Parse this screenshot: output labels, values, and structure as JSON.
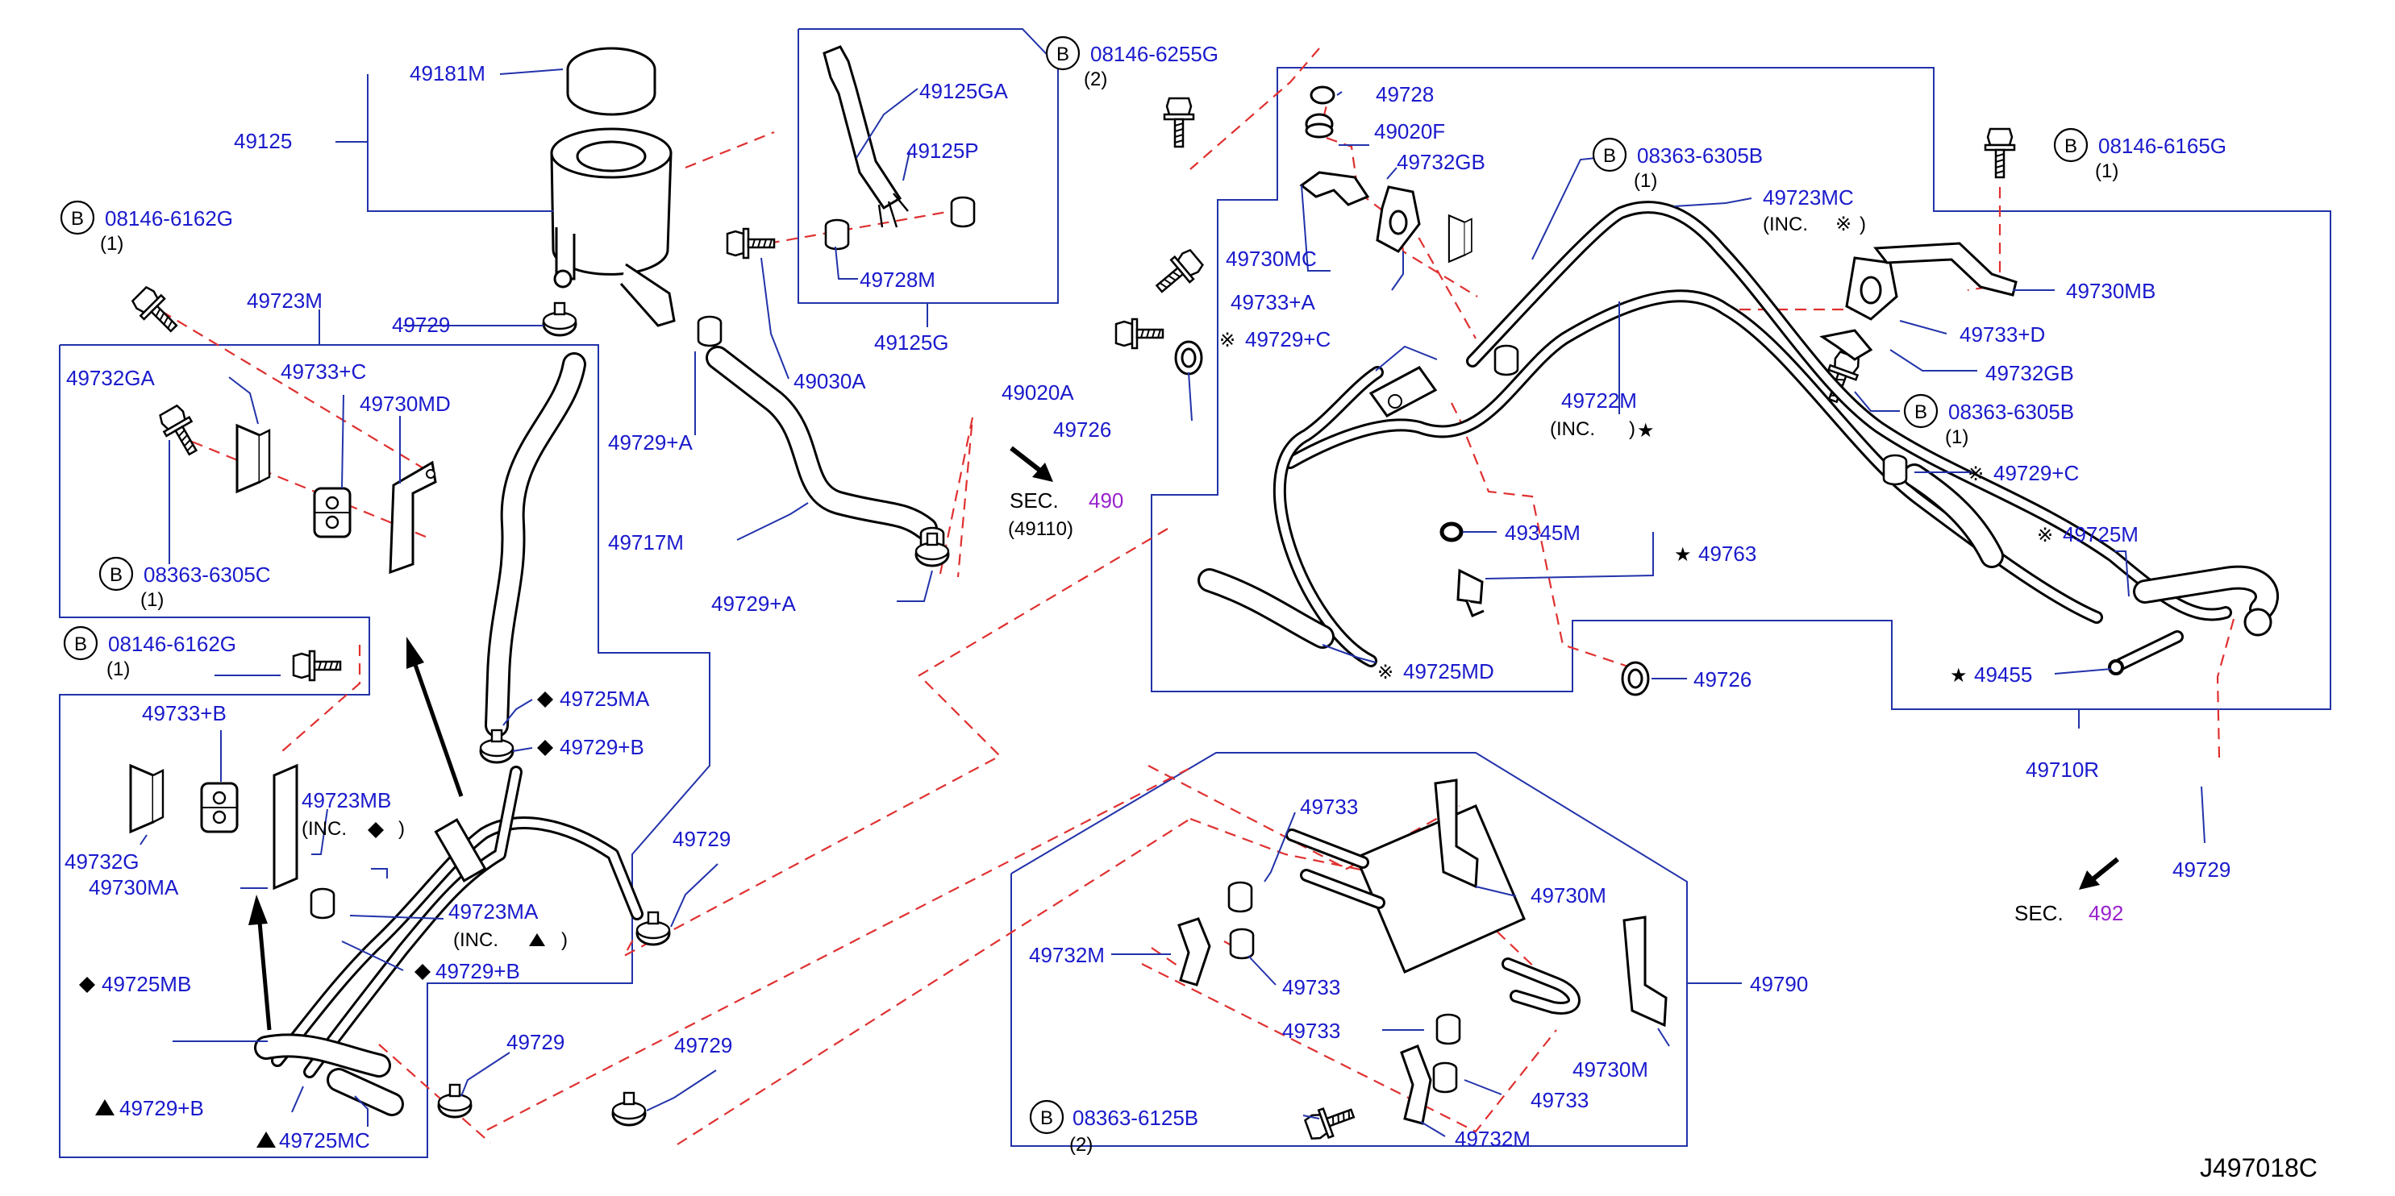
{
  "diagram": {
    "code": "J497018C",
    "bolt_marker": "B",
    "labels": {
      "p49181M": "49181M",
      "p49125": "49125",
      "p08146_6162G_a": "08146-6162G",
      "q1_a": "(1)",
      "p49723M": "49723M",
      "p49729_a": "49729",
      "p49732GA": "49732GA",
      "p49733C": "49733+C",
      "p49730MD": "49730MD",
      "p08363_6305C": "08363-6305C",
      "q1_b": "(1)",
      "p08146_6162G_b": "08146-6162G",
      "q1_c": "(1)",
      "p49733B": "49733+B",
      "p49723MB": "49723MB",
      "inc_mb": "(INC.",
      "inc_mb_close": ")",
      "p49732G": "49732G",
      "p49730MA": "49730MA",
      "p49725MB": "49725MB",
      "p49729B_a": "49729+B",
      "p49725MC": "49725MC",
      "p49725MA": "49725MA",
      "p49729B_b": "49729+B",
      "p49723MA": "49723MA",
      "inc_ma": "(INC.",
      "inc_ma_close": ")",
      "p49729B_c": "49729+B",
      "p49729_b": "49729",
      "p49729_c": "49729",
      "p49729_d": "49729",
      "p49717M": "49717M",
      "p49729A_a": "49729+A",
      "p49729A_b": "49729+A",
      "p49030A": "49030A",
      "p49125GA": "49125GA",
      "p49125P": "49125P",
      "p49728M": "49728M",
      "p49125G": "49125G",
      "p08146_6255G": "08146-6255G",
      "q2_a": "(2)",
      "p49020A": "49020A",
      "p49726_a": "49726",
      "sec_label": "SEC.",
      "sec490": "490",
      "sec490_sub": "(49110)",
      "p49728": "49728",
      "p49020F": "49020F",
      "p49732GB_a": "49732GB",
      "p49730MC": "49730MC",
      "p49733A": "49733+A",
      "p49729C_a": "49729+C",
      "p08363_6305B_a": "08363-6305B",
      "q1_d": "(1)",
      "p49723MC": "49723MC",
      "inc_mc": "(INC.",
      "inc_mc_close": ")",
      "p08146_6165G": "08146-6165G",
      "q1_e": "(1)",
      "p49730MB": "49730MB",
      "p49733D": "49733+D",
      "p49732GB_b": "49732GB",
      "p08363_6305B_b": "08363-6305B",
      "q1_f": "(1)",
      "p49722M": "49722M",
      "inc_22m": "(INC.",
      "inc_22m_close": ")",
      "p49729C_b": "49729+C",
      "p49345M": "49345M",
      "p49763": "49763",
      "p49725M": "49725M",
      "p49725MD": "49725MD",
      "p49726_b": "49726",
      "p49455": "49455",
      "p49710R": "49710R",
      "p49729_e": "49729",
      "sec_label_b": "SEC.",
      "sec492": "492",
      "p49733_a": "49733",
      "p49730M_a": "49730M",
      "p49732M_a": "49732M",
      "p49733_b": "49733",
      "p49733_c": "49733",
      "p49790": "49790",
      "p49730M_b": "49730M",
      "p49733_d": "49733",
      "p08363_6125B": "08363-6125B",
      "q2_b": "(2)",
      "p49732M_b": "49732M"
    }
  }
}
